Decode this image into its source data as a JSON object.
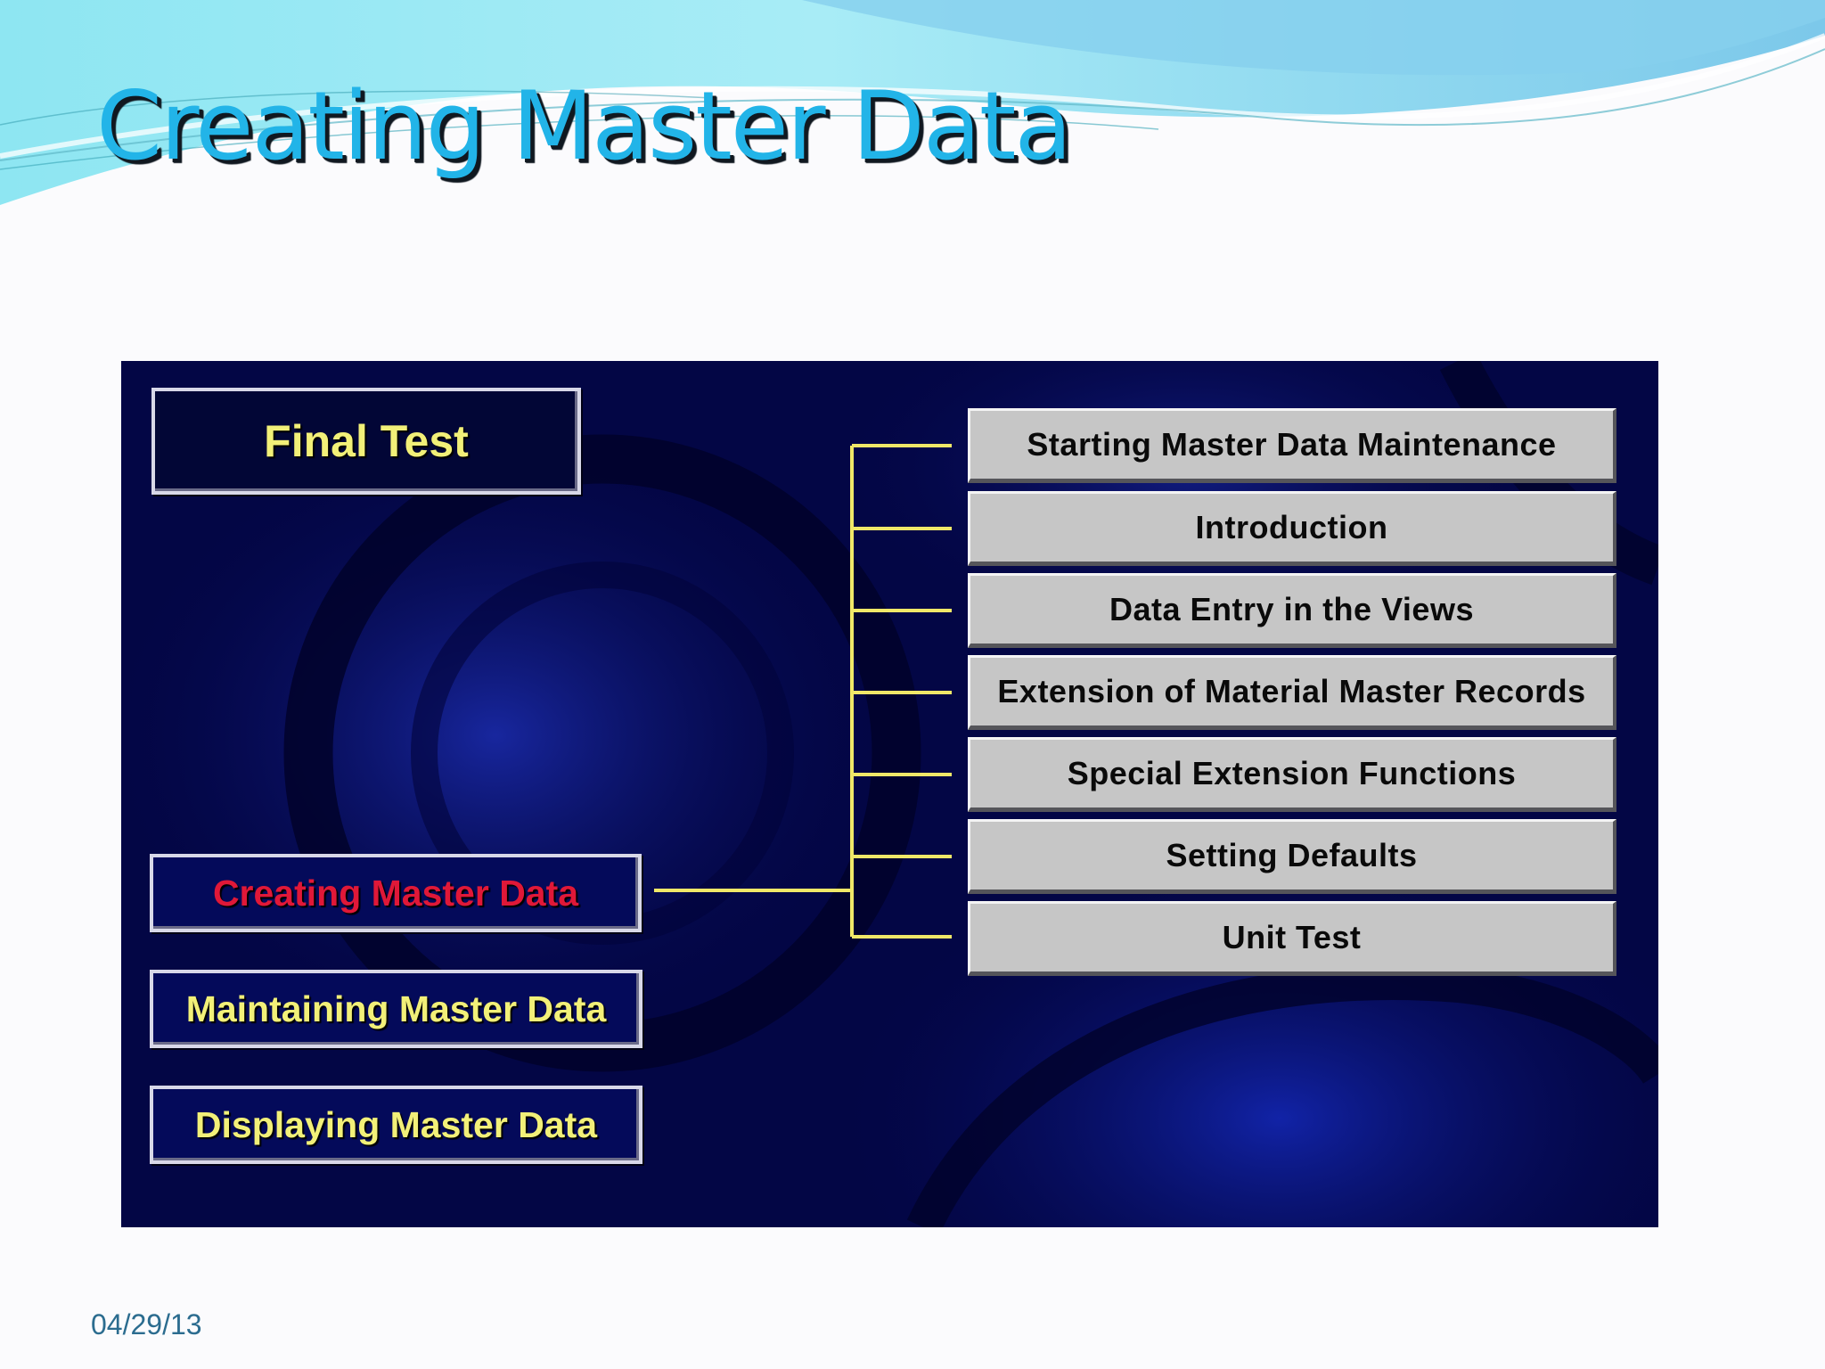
{
  "slide": {
    "title": "Creating Master Data",
    "date": "04/29/13"
  },
  "screenshot": {
    "final_test_label": "Final Test",
    "topics": [
      {
        "label": "Creating Master Data",
        "color": "#e01838",
        "selected": true
      },
      {
        "label": "Maintaining Master Data",
        "color": "#f2f078",
        "selected": false
      },
      {
        "label": "Displaying Master Data",
        "color": "#f2f078",
        "selected": false
      }
    ],
    "subtopics": [
      {
        "label": "Starting Master Data Maintenance"
      },
      {
        "label": "Introduction"
      },
      {
        "label": "Data Entry in the Views"
      },
      {
        "label": "Extension of Material Master Records"
      },
      {
        "label": "Special Extension Functions"
      },
      {
        "label": "Setting Defaults"
      },
      {
        "label": "Unit Test"
      }
    ]
  },
  "colors": {
    "title_text": "#22b4e8",
    "connector_line": "#f0e868",
    "subtopic_button": "#c6c6c6",
    "screen_background": "#02043f"
  }
}
